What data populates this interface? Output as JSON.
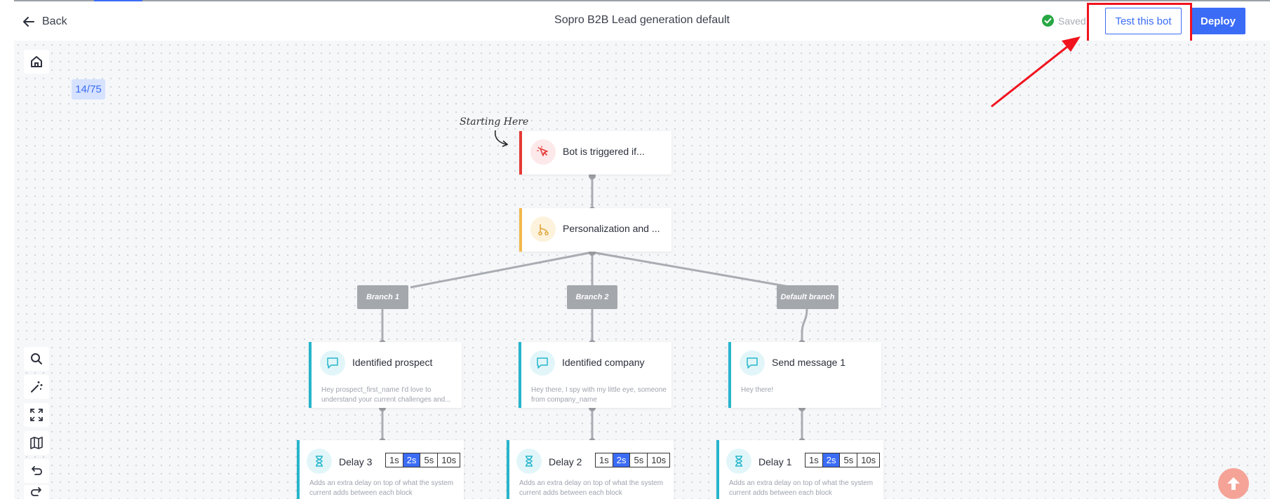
{
  "header": {
    "back_label": "Back",
    "title": "Sopro B2B Lead generation default",
    "saved_label": "Saved",
    "test_label": "Test this bot",
    "deploy_label": "Deploy"
  },
  "canvas": {
    "counter": "14/75",
    "start_label": "Starting Here",
    "trigger_label": "Bot is triggered if...",
    "personalization_label": "Personalization and ...",
    "branches": [
      "Branch 1",
      "Branch 2",
      "Default branch"
    ],
    "messages": [
      {
        "label": "Identified prospect",
        "desc": "Hey prospect_first_name I'd love to understand your current challenges and..."
      },
      {
        "label": "Identified company",
        "desc": "Hey there, I spy with my little eye, someone from company_name"
      },
      {
        "label": "Send message 1",
        "desc": "Hey there!"
      }
    ],
    "delays": [
      {
        "label": "Delay 3",
        "desc": "Adds an extra delay on top of what the system current adds between each block"
      },
      {
        "label": "Delay 2",
        "desc": "Adds an extra delay on top of what the system current adds between each block"
      },
      {
        "label": "Delay 1",
        "desc": "Adds an extra delay on top of what the system current adds between each block"
      }
    ],
    "delay_options": [
      "1s",
      "2s",
      "5s",
      "10s"
    ],
    "delay_selected": "2s"
  },
  "tools": [
    "home-icon",
    "search-icon",
    "magic-wand-icon",
    "fit-view-icon",
    "map-icon",
    "undo-icon",
    "redo-icon"
  ],
  "colors": {
    "accent": "#3b6cf6",
    "trigger": "#e53935",
    "personalization": "#f2b84b",
    "message": "#26b5cc",
    "annotation": "#f0131e"
  }
}
